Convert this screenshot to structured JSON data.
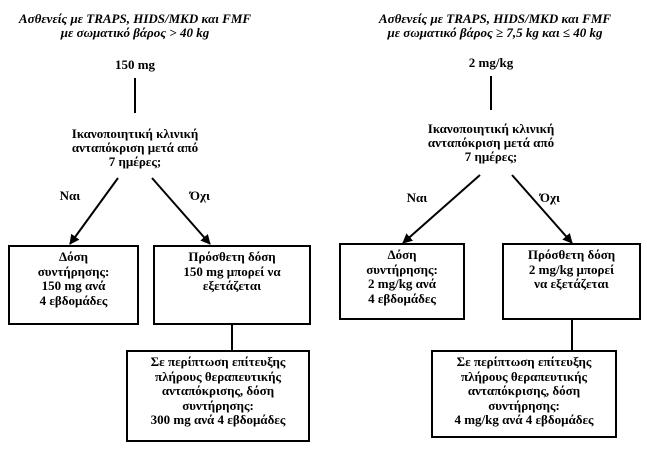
{
  "left": {
    "title_lines": [
      "Ασθενείς με TRAPS, HIDS/MKD και FMF",
      "με σωματικό βάρος > 40 kg"
    ],
    "dose": "150 mg",
    "question_lines": [
      "Ικανοποιητική κλινική",
      "ανταπόκριση μετά από",
      "7 ημέρες;"
    ],
    "yes_label": "Ναι",
    "no_label": "Όχι",
    "yes_box_lines": [
      "Δόση",
      "συντήρησης:",
      "150 mg ανά",
      "4 εβδομάδες"
    ],
    "no_box_lines": [
      "Πρόσθετη δόση",
      "150 mg μπορεί να",
      "εξετάζεται"
    ],
    "final_box_lines": [
      "Σε περίπτωση επίτευξης",
      "πλήρους θεραπευτικής",
      "ανταπόκρισης, δόση",
      "συντήρησης:",
      "300 mg ανά 4 εβδομάδες"
    ]
  },
  "right": {
    "title_lines": [
      "Ασθενείς με TRAPS, HIDS/MKD και FMF",
      "με σωματικό βάρος ≥ 7,5 kg και ≤ 40 kg"
    ],
    "dose": "2 mg/kg",
    "question_lines": [
      "Ικανοποιητική κλινική",
      "ανταπόκριση μετά από",
      "7 ημέρες;"
    ],
    "yes_label": "Ναι",
    "no_label": "Όχι",
    "yes_box_lines": [
      "Δόση",
      "συντήρησης:",
      "2 mg/kg ανά",
      "4 εβδομάδες"
    ],
    "no_box_lines": [
      "Πρόσθετη δόση",
      "2 mg/kg μπορεί",
      "να εξετάζεται"
    ],
    "final_box_lines": [
      "Σε περίπτωση επίτευξης",
      "πλήρους θεραπευτικής",
      "ανταπόκρισης, δόση",
      "συντήρησης:",
      "4 mg/kg ανά 4 εβδομάδες"
    ]
  }
}
